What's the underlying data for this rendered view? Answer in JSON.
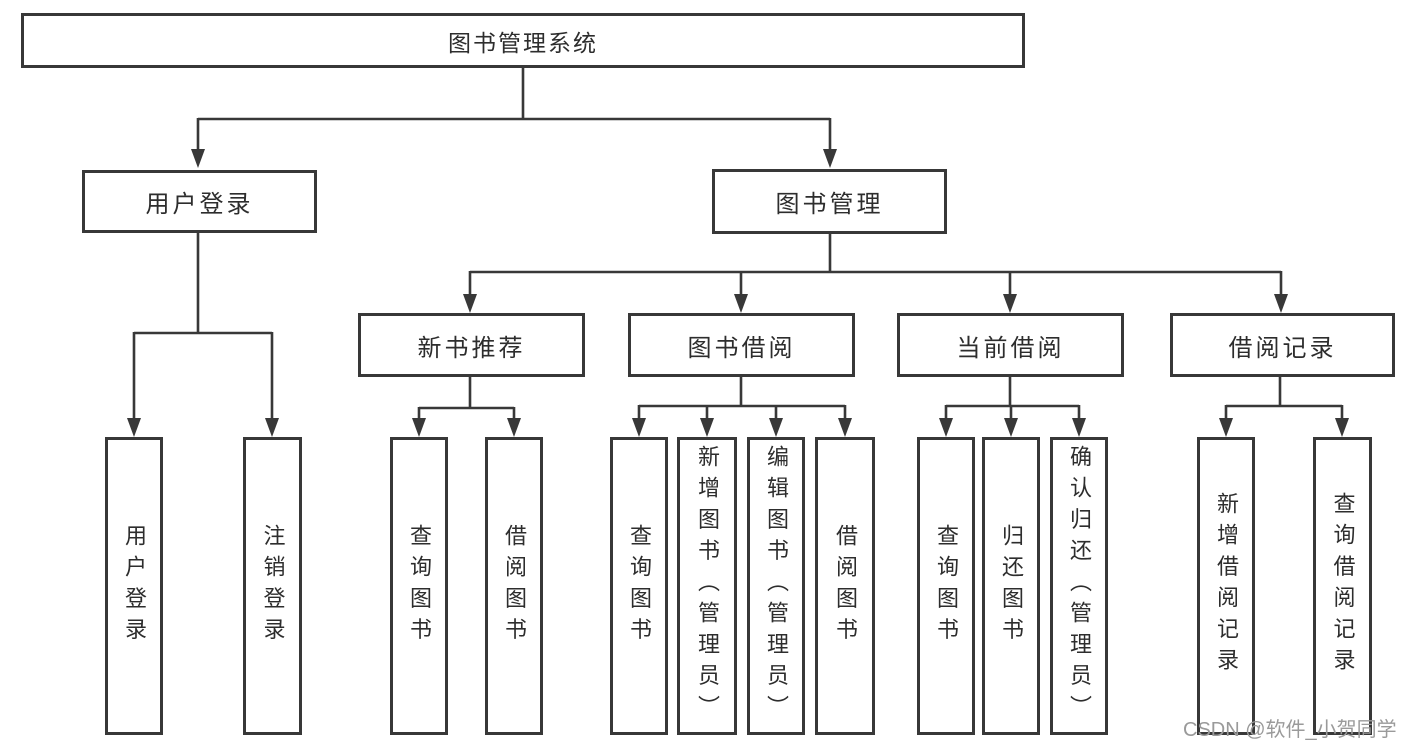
{
  "colors": {
    "line": "#383838",
    "text": "#2d2d2d",
    "box_background": "#ffffff",
    "watermark": "#9a9a9a",
    "background": "#ffffff"
  },
  "diagram": {
    "root": {
      "label": "图书管理系统"
    },
    "branches": {
      "user_login": {
        "label": "用户登录",
        "children": [
          "用户登录",
          "注销登录"
        ]
      },
      "book_management": {
        "label": "图书管理",
        "sections": {
          "new_book_recommend": {
            "label": "新书推荐",
            "children": [
              "查询图书",
              "借阅图书"
            ]
          },
          "book_borrow": {
            "label": "图书借阅",
            "children": [
              "查询图书",
              "新增图书（管理员）",
              "编辑图书（管理员）",
              "借阅图书"
            ]
          },
          "current_borrow": {
            "label": "当前借阅",
            "children": [
              "查询图书",
              "归还图书",
              "确认归还（管理员）"
            ]
          },
          "borrow_record": {
            "label": "借阅记录",
            "children": [
              "新增借阅记录",
              "查询借阅记录"
            ]
          }
        }
      }
    }
  },
  "watermark": {
    "text": "CSDN @软件_小贺同学"
  }
}
